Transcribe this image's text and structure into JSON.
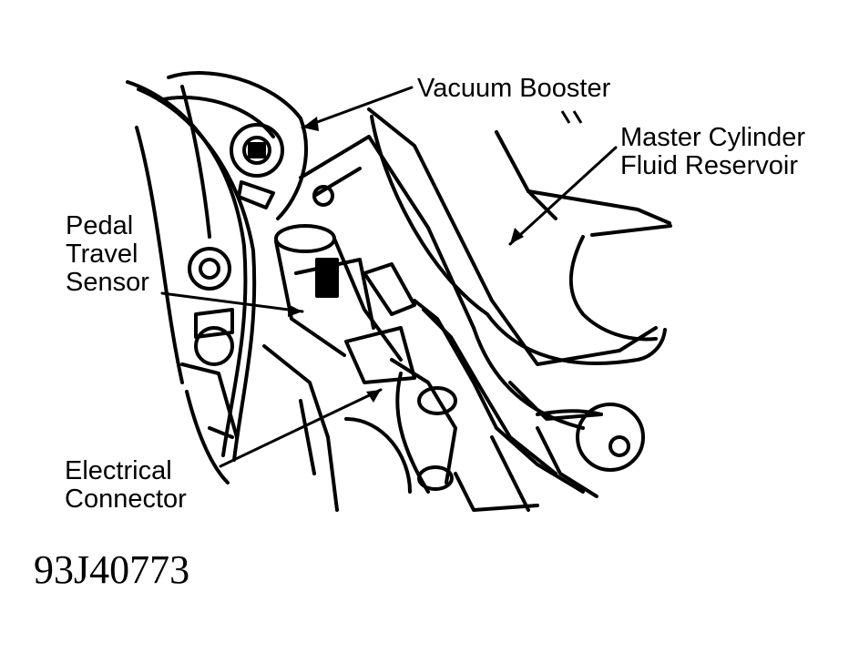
{
  "labels": {
    "vacuum_booster": "Vacuum Booster",
    "master_cylinder_line1": "Master Cylinder",
    "master_cylinder_line2": "Fluid Reservoir",
    "pedal_line1": "Pedal",
    "pedal_line2": "Travel",
    "pedal_line3": "Sensor",
    "electrical_line1": "Electrical",
    "electrical_line2": "Connector"
  },
  "figure_code": "93J40773"
}
